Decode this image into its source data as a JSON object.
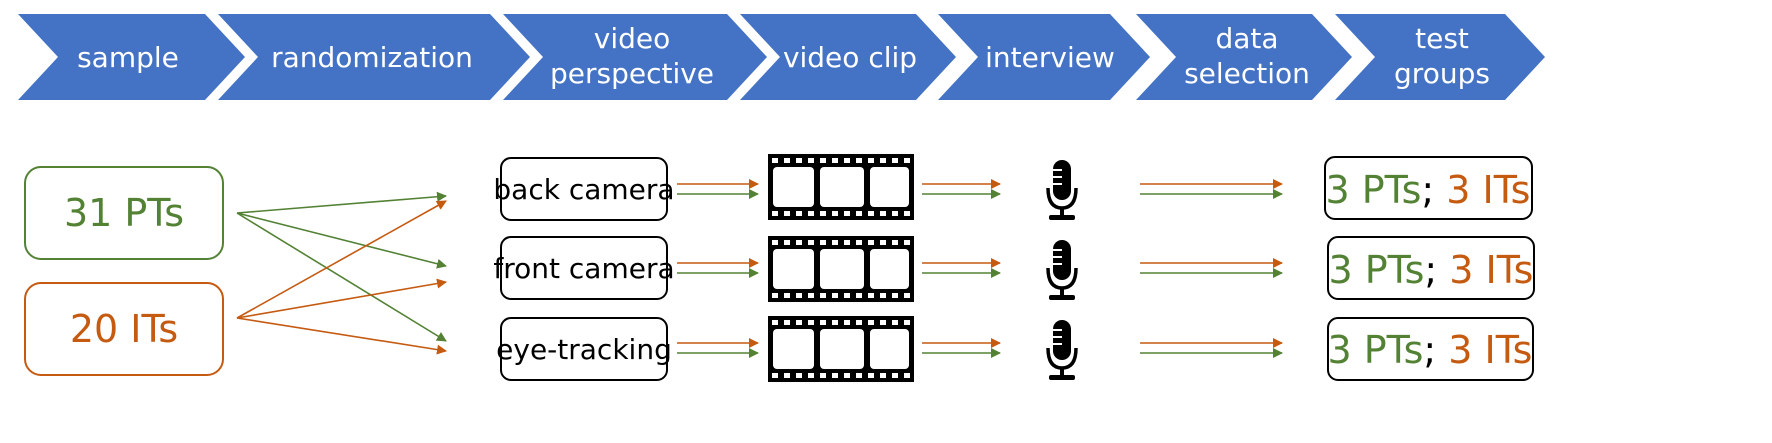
{
  "colors": {
    "chevron": "#4472c4",
    "pt_green": "#548235",
    "it_orange": "#c55a11",
    "box_border": "#000000"
  },
  "steps": [
    {
      "lines": [
        "sample"
      ]
    },
    {
      "lines": [
        "randomization"
      ]
    },
    {
      "lines": [
        "video",
        "perspective"
      ]
    },
    {
      "lines": [
        "video clip"
      ]
    },
    {
      "lines": [
        "interview"
      ]
    },
    {
      "lines": [
        "data",
        "selection"
      ]
    },
    {
      "lines": [
        "test",
        "groups"
      ]
    }
  ],
  "sample": {
    "pts_label": "31 PTs",
    "its_label": "20 ITs"
  },
  "perspectives": [
    {
      "label": "back camera"
    },
    {
      "label": "front camera"
    },
    {
      "label": "eye-tracking"
    }
  ],
  "results": [
    {
      "pts": "3 PTs",
      "sep": ";",
      "its": " 3 ITs"
    },
    {
      "pts": "3 PTs",
      "sep": ";",
      "its": " 3 ITs"
    },
    {
      "pts": "3 PTs",
      "sep": ";",
      "its": " 3 ITs"
    }
  ],
  "icons": {
    "clip": "film-strip-icon",
    "interview": "microphone-icon"
  }
}
